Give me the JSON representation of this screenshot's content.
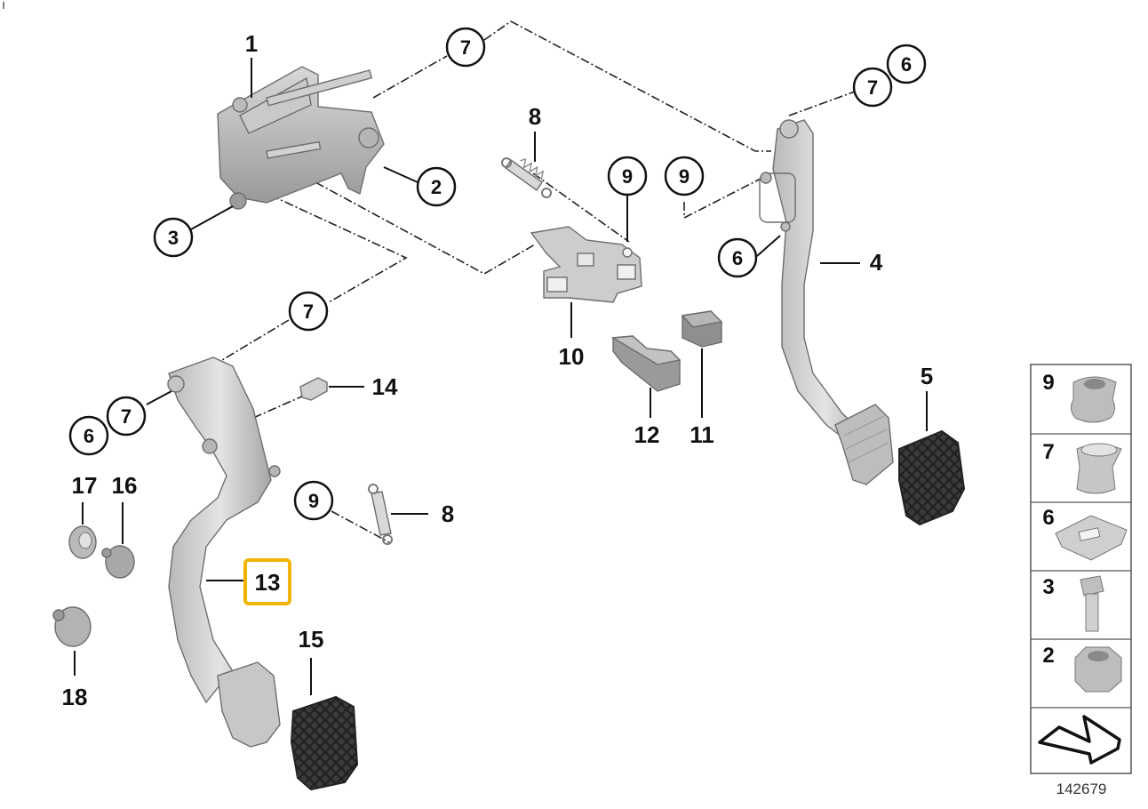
{
  "labels": {
    "l1": "1",
    "l2": "2",
    "l3": "3",
    "l4": "4",
    "l5": "5",
    "l6a": "6",
    "l6b": "6",
    "l6c": "6",
    "l7a": "7",
    "l7b": "7",
    "l7c": "7",
    "l7d": "7",
    "l8a": "8",
    "l8b": "8",
    "l9a": "9",
    "l9b": "9",
    "l9c": "9",
    "l10": "10",
    "l11": "11",
    "l12": "12",
    "l13": "13",
    "l14": "14",
    "l15": "15",
    "l16": "16",
    "l17": "17",
    "l18": "18"
  },
  "legend": [
    "9",
    "7",
    "6",
    "3",
    "2"
  ],
  "reference_number": "142679",
  "highlight_color": "#f2b400"
}
